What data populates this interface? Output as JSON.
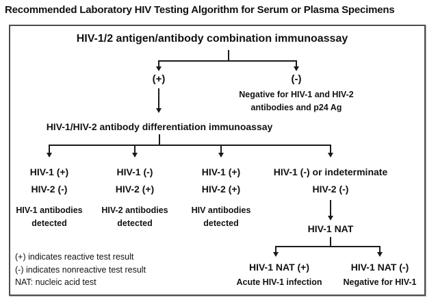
{
  "page_title": "Recommended Laboratory HIV Testing Algorithm for Serum or Plasma Specimens",
  "flowchart": {
    "root": "HIV-1/2 antigen/antibody combination immunoassay",
    "root_positive_label": "(+)",
    "root_negative_label": "(-)",
    "negative_outcome": {
      "line1": "Negative for HIV-1 and HIV-2",
      "line2": "antibodies and p24 Ag"
    },
    "differentiation": "HIV-1/HIV-2 antibody differentiation immunoassay",
    "branches": [
      {
        "result1": "HIV-1 (+)",
        "result2": "HIV-2 (-)",
        "outcome1": "HIV-1 antibodies",
        "outcome2": "detected"
      },
      {
        "result1": "HIV-1 (-)",
        "result2": "HIV-2 (+)",
        "outcome1": "HIV-2 antibodies",
        "outcome2": "detected"
      },
      {
        "result1": "HIV-1 (+)",
        "result2": "HIV-2 (+)",
        "outcome1": "HIV antibodies",
        "outcome2": "detected"
      },
      {
        "result1": "HIV-1 (-) or indeterminate",
        "result2": "HIV-2 (-)"
      }
    ],
    "nat": {
      "label": "HIV-1 NAT",
      "positive": {
        "result": "HIV-1 NAT (+)",
        "interpretation": "Acute HIV-1 infection"
      },
      "negative": {
        "result": "HIV-1 NAT (-)",
        "interpretation": "Negative for HIV-1"
      }
    },
    "legend": [
      "(+) indicates reactive test result",
      "(-) indicates nonreactive test result",
      "NAT: nucleic acid test"
    ]
  },
  "colors": {
    "text": "#111111",
    "line": "#1a1a1a",
    "border": "#4d4d4d",
    "background": "#ffffff"
  }
}
